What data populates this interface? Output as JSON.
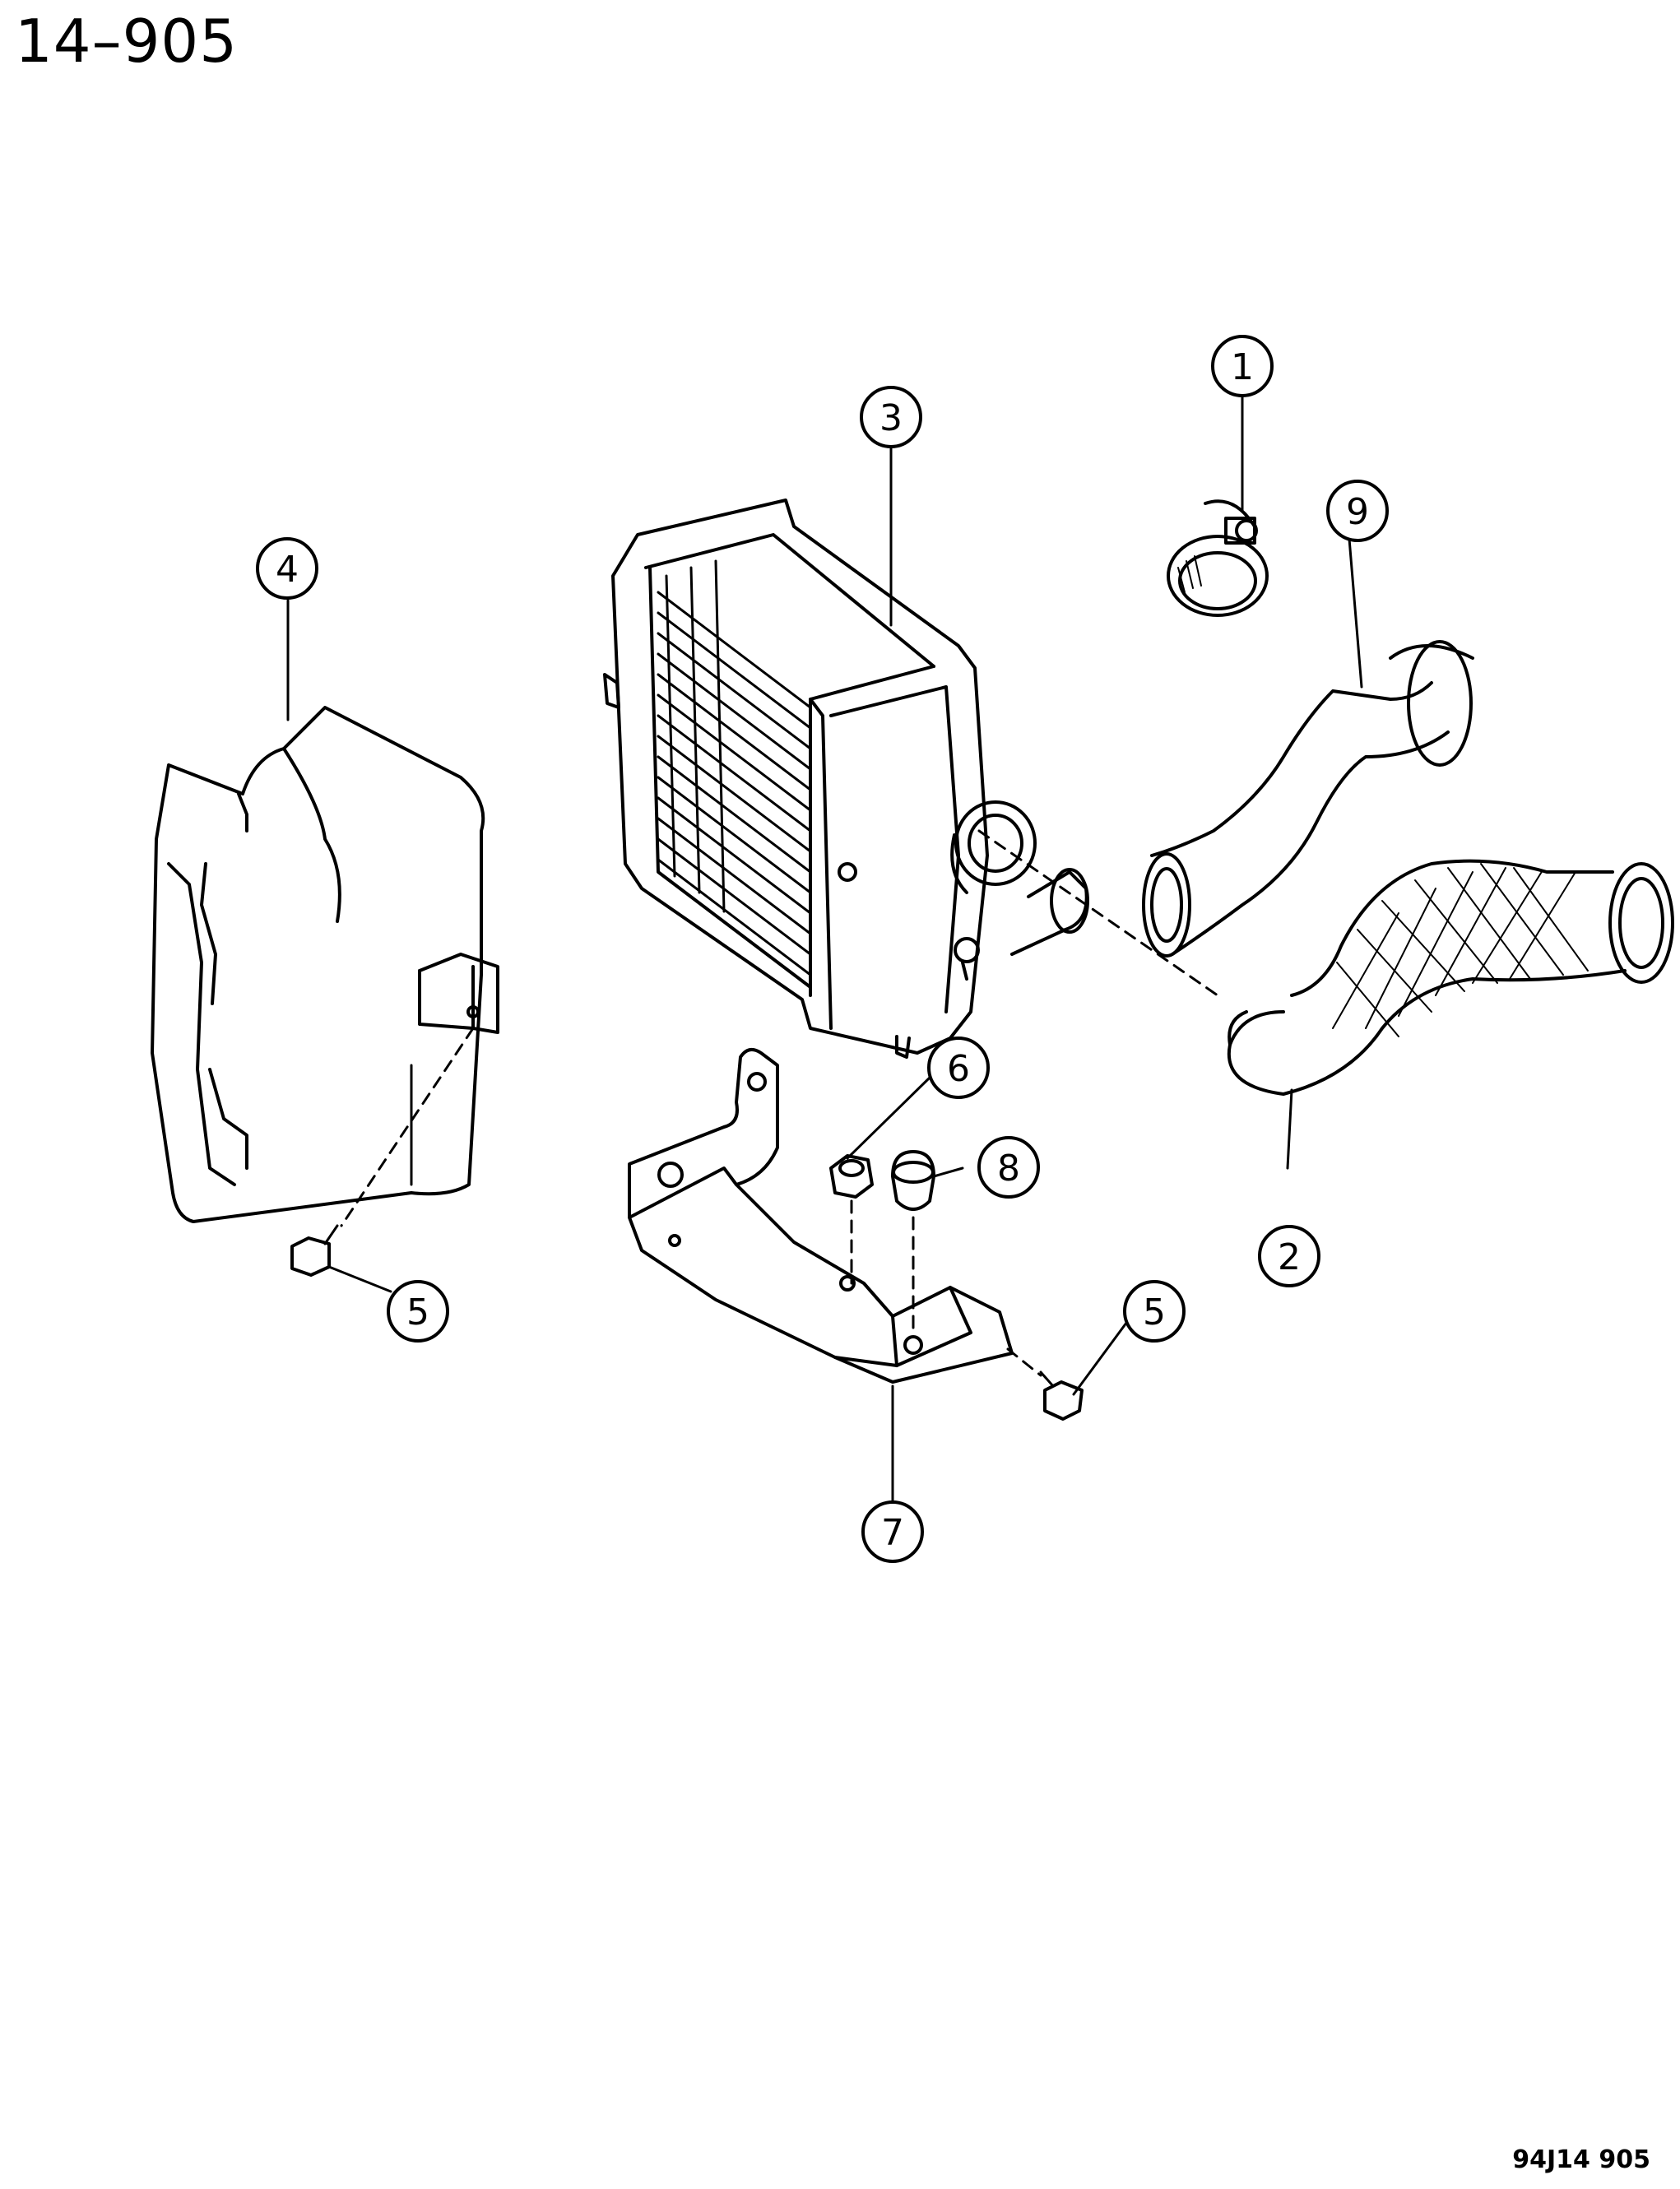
{
  "page": {
    "number": "14–905",
    "drawing_code": "94J14  905"
  },
  "callouts": [
    {
      "id": "c1",
      "label": "1",
      "part": "hose-clamp"
    },
    {
      "id": "c2",
      "label": "2",
      "part": "intercooler-outlet-hose"
    },
    {
      "id": "c3",
      "label": "3",
      "part": "intercooler"
    },
    {
      "id": "c4",
      "label": "4",
      "part": "air-duct-shroud"
    },
    {
      "id": "c5a",
      "label": "5",
      "part": "bolt"
    },
    {
      "id": "c5b",
      "label": "5",
      "part": "bolt"
    },
    {
      "id": "c6",
      "label": "6",
      "part": "nut"
    },
    {
      "id": "c7",
      "label": "7",
      "part": "mounting-bracket"
    },
    {
      "id": "c8",
      "label": "8",
      "part": "grommet"
    },
    {
      "id": "c9",
      "label": "9",
      "part": "intercooler-inlet-hose"
    }
  ]
}
